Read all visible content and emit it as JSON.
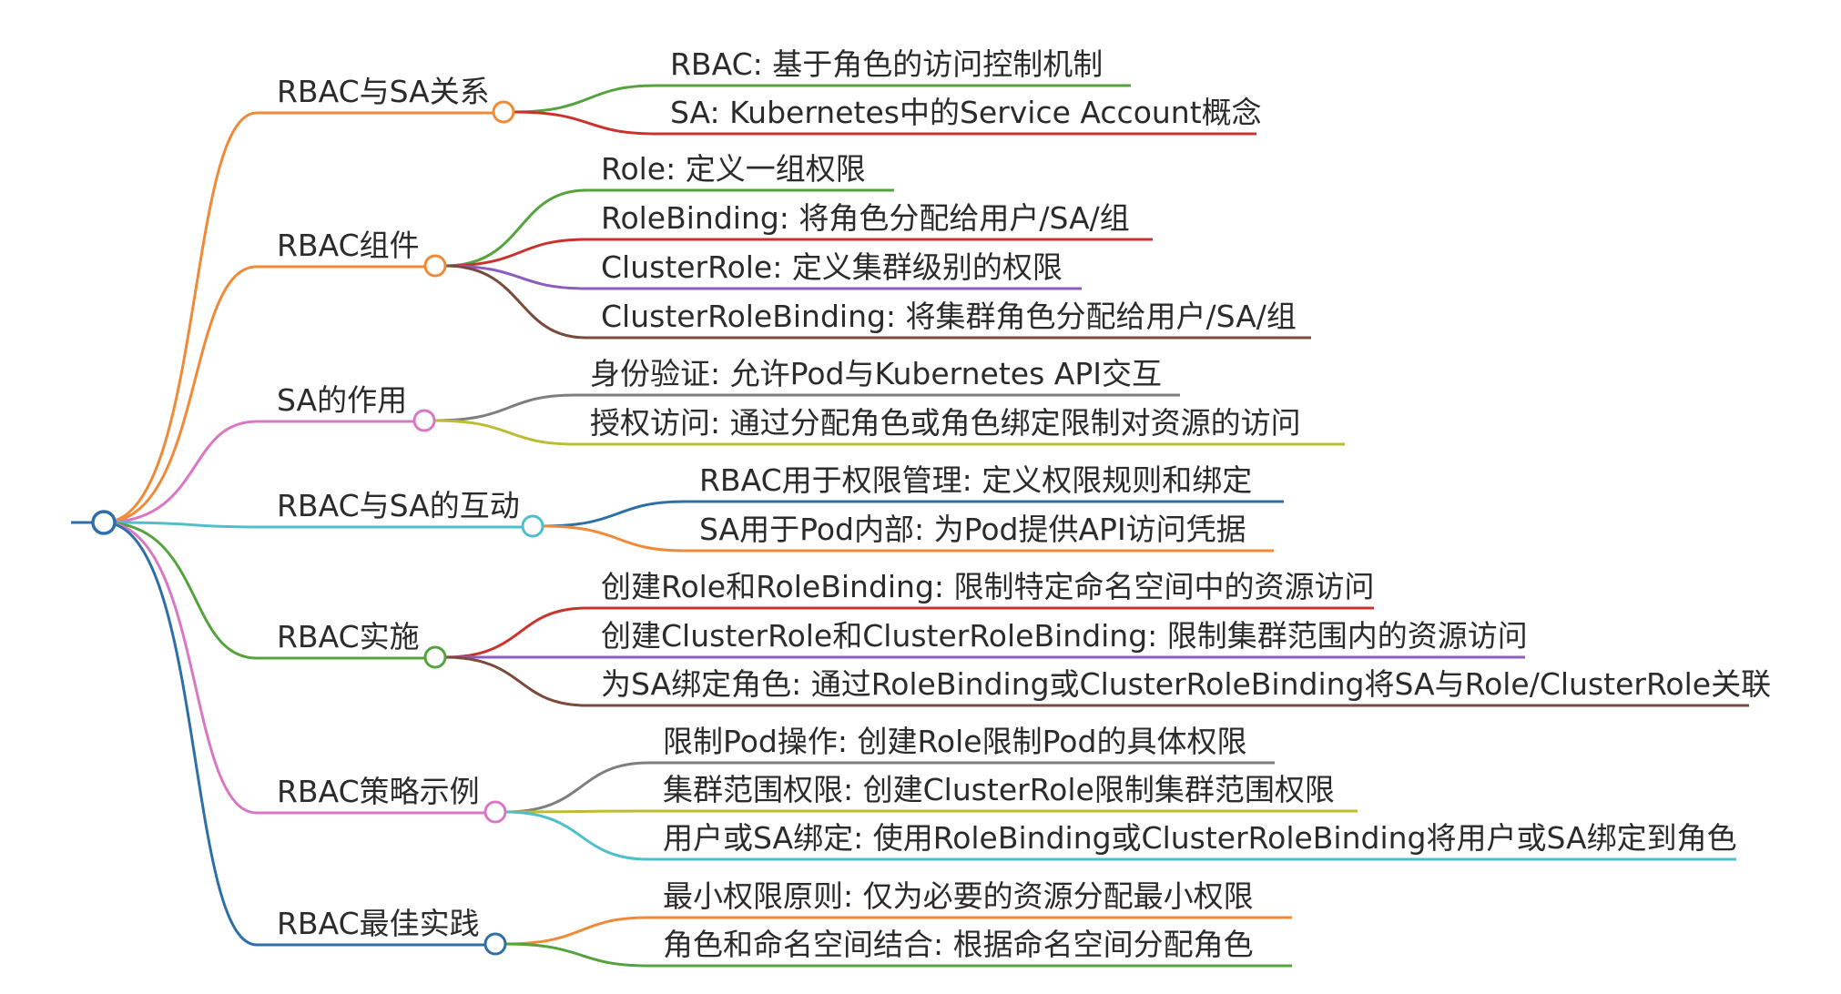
{
  "mindmap": {
    "branches": [
      {
        "label": "RBAC与SA关系",
        "color": "#ef8a38",
        "children": [
          {
            "label": "RBAC: 基于角色的访问控制机制",
            "color": "#54a33d"
          },
          {
            "label": "SA: Kubernetes中的Service Account概念",
            "color": "#c8342d"
          }
        ]
      },
      {
        "label": "RBAC组件",
        "color": "#ef8a38",
        "children": [
          {
            "label": "Role: 定义一组权限",
            "color": "#54a33d"
          },
          {
            "label": "RoleBinding: 将角色分配给用户/SA/组",
            "color": "#c8342d"
          },
          {
            "label": "ClusterRole: 定义集群级别的权限",
            "color": "#8c5cbf"
          },
          {
            "label": "ClusterRoleBinding: 将集群角色分配给用户/SA/组",
            "color": "#7a4b3a"
          }
        ]
      },
      {
        "label": "SA的作用",
        "color": "#d878c4",
        "children": [
          {
            "label": "身份验证: 允许Pod与Kubernetes API交互",
            "color": "#7f7f7f"
          },
          {
            "label": "授权访问: 通过分配角色或角色绑定限制对资源的访问",
            "color": "#bcbd32"
          }
        ]
      },
      {
        "label": "RBAC与SA的互动",
        "color": "#4fbfcc",
        "children": [
          {
            "label": "RBAC用于权限管理: 定义权限规则和绑定",
            "color": "#2f6fa8"
          },
          {
            "label": "SA用于Pod内部: 为Pod提供API访问凭据",
            "color": "#ef8a38"
          }
        ]
      },
      {
        "label": "RBAC实施",
        "color": "#54a33d",
        "children": [
          {
            "label": "创建Role和RoleBinding: 限制特定命名空间中的资源访问",
            "color": "#c8342d"
          },
          {
            "label": "创建ClusterRole和ClusterRoleBinding: 限制集群范围内的资源访问",
            "color": "#8c5cbf"
          },
          {
            "label": "为SA绑定角色: 通过RoleBinding或ClusterRoleBinding将SA与Role/ClusterRole关联",
            "color": "#7a4b3a"
          }
        ]
      },
      {
        "label": "RBAC策略示例",
        "color": "#d878c4",
        "children": [
          {
            "label": "限制Pod操作: 创建Role限制Pod的具体权限",
            "color": "#7f7f7f"
          },
          {
            "label": "集群范围权限: 创建ClusterRole限制集群范围权限",
            "color": "#bcbd32"
          },
          {
            "label": "用户或SA绑定: 使用RoleBinding或ClusterRoleBinding将用户或SA绑定到角色",
            "color": "#4fbfcc"
          }
        ]
      },
      {
        "label": "RBAC最佳实践",
        "color": "#2f6fa8",
        "children": [
          {
            "label": "最小权限原则: 仅为必要的资源分配最小权限",
            "color": "#ef8a38"
          },
          {
            "label": "角色和命名空间结合: 根据命名空间分配角色",
            "color": "#54a33d"
          }
        ]
      }
    ]
  }
}
